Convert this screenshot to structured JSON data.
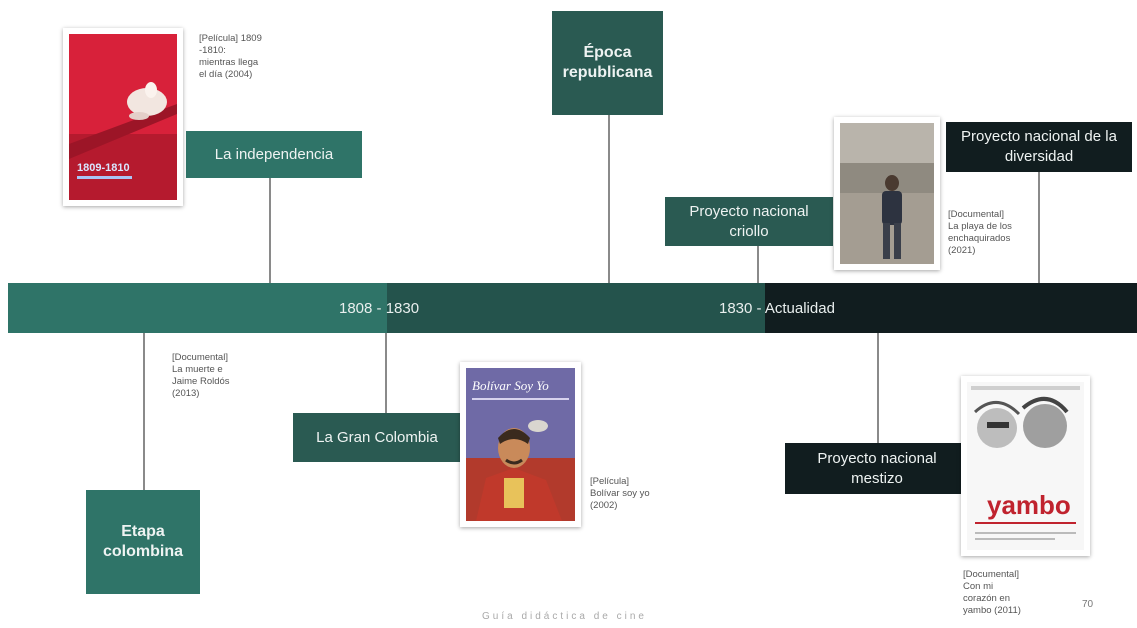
{
  "band": {
    "segment1": "1808 - 1830",
    "segment2": "1830 - Actualidad"
  },
  "nodes": {
    "independencia": "La independencia",
    "gran_colombia": "La Gran Colombia",
    "etapa_colombina": "Etapa colombina",
    "epoca_republicana": "Época republicana",
    "criollo": "Proyecto nacional criollo",
    "diversidad": "Proyecto nacional de la diversidad",
    "mestizo": "Proyecto nacional mestizo"
  },
  "captions": {
    "pelicula_1809": [
      "[Película] 1809",
      "-1810:",
      "mientras llega",
      "el día (2004)"
    ],
    "doc_roldos": [
      "[Documental]",
      "La muerte e",
      "Jaime Roldós",
      "(2013)"
    ],
    "pelicula_bolivar": [
      "[Película]",
      "Bolívar soy yo",
      "(2002)"
    ],
    "doc_playa": [
      "[Documental]",
      "La playa de los",
      "enchaquirados",
      "(2021)"
    ],
    "doc_yambo": [
      "[Documental]",
      "Con mi",
      "corazón en",
      "yambo (2011)"
    ]
  },
  "posters": {
    "p1809": "1809-1810",
    "bolivar": "Bolívar Soy Yo",
    "yambo": "yambo"
  },
  "footer": "Guía didáctica de cine",
  "page_number": "70",
  "colors": {
    "teal": "#2f7468",
    "dark_teal": "#2a5a52",
    "dark": "#111d1f"
  }
}
